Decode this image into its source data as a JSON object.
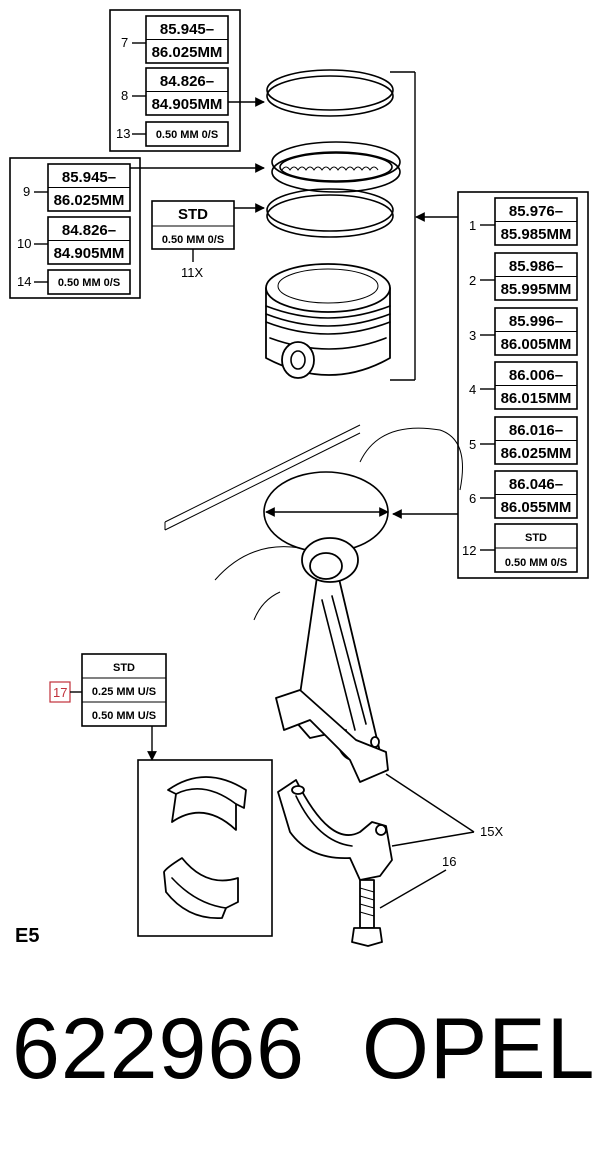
{
  "callouts": {
    "c1": "1",
    "c2": "2",
    "c3": "3",
    "c4": "4",
    "c5": "5",
    "c6": "6",
    "c7": "7",
    "c8": "8",
    "c9": "9",
    "c10": "10",
    "c11": "11X",
    "c12": "12",
    "c13": "13",
    "c14": "14",
    "c15": "15X",
    "c16": "16",
    "c17": "17"
  },
  "ring_box_top": {
    "r7_a": "85.945–",
    "r7_b": "86.025MM",
    "r8_a": "84.826–",
    "r8_b": "84.905MM",
    "r13": "0.50 MM 0/S"
  },
  "ring_box_left": {
    "r9_a": "85.945–",
    "r9_b": "86.025MM",
    "r10_a": "84.826–",
    "r10_b": "84.905MM",
    "r14": "0.50 MM 0/S"
  },
  "std_box": {
    "std": "STD",
    "os": "0.50 MM 0/S"
  },
  "piston_box": {
    "p1_a": "85.976–",
    "p1_b": "85.985MM",
    "p2_a": "85.986–",
    "p2_b": "85.995MM",
    "p3_a": "85.996–",
    "p3_b": "86.005MM",
    "p4_a": "86.006–",
    "p4_b": "86.015MM",
    "p5_a": "86.016–",
    "p5_b": "86.025MM",
    "p6_a": "86.046–",
    "p6_b": "86.055MM",
    "p12_a": "STD",
    "p12_b": "0.50 MM 0/S"
  },
  "bearing_box": {
    "std": "STD",
    "us25": "0.25 MM U/S",
    "us50": "0.50 MM U/S"
  },
  "section_label": "E5",
  "footer": {
    "part_number": "622966",
    "brand": "OPEL"
  },
  "colors": {
    "highlight": "#c0303a"
  }
}
